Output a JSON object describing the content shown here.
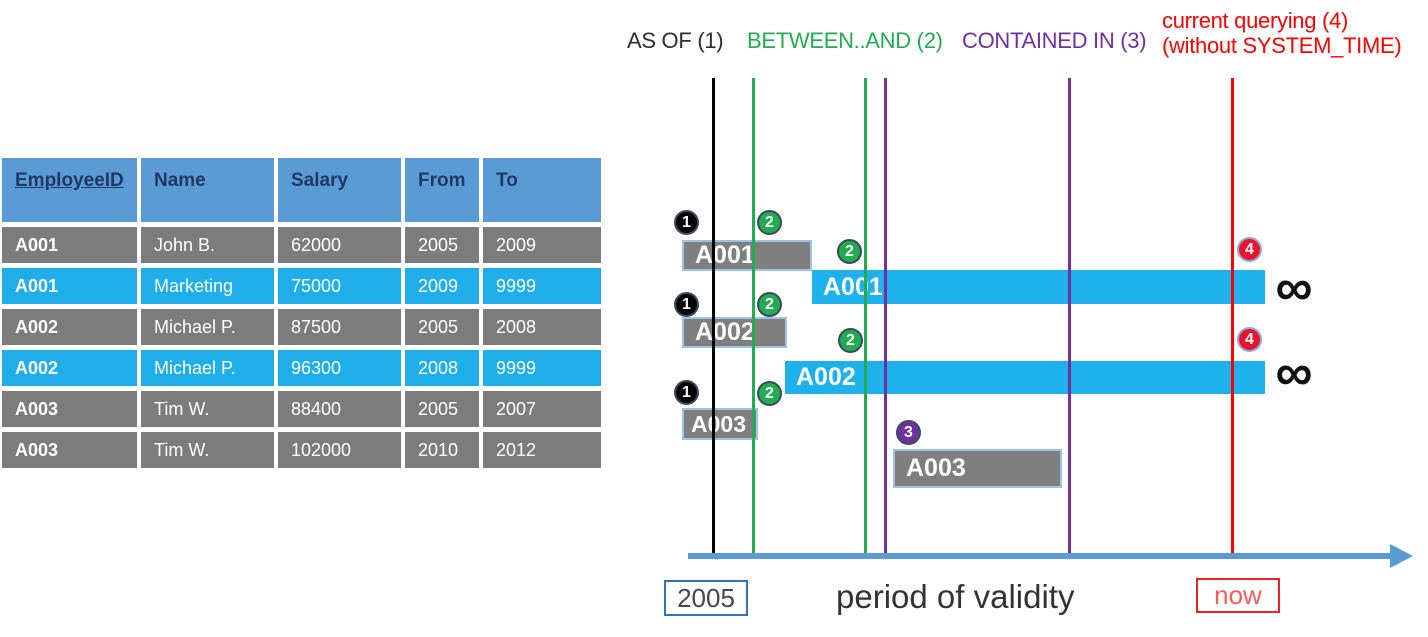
{
  "slide": {
    "table": {
      "headers": [
        "EmployeeID",
        "Name",
        "Salary",
        "From",
        "To"
      ],
      "rows": [
        {
          "cells": [
            "A001",
            "John  B.",
            "62000",
            "2005",
            "2009"
          ],
          "highlight": false
        },
        {
          "cells": [
            "A001",
            "Marketing",
            "75000",
            "2009",
            "9999"
          ],
          "highlight": true
        },
        {
          "cells": [
            "A002",
            "Michael P.",
            "87500",
            "2005",
            "2008"
          ],
          "highlight": false
        },
        {
          "cells": [
            "A002",
            "Michael P.",
            "96300",
            "2008",
            "9999"
          ],
          "highlight": true
        },
        {
          "cells": [
            "A003",
            "Tim W.",
            "88400",
            "2005",
            "2007"
          ],
          "highlight": false
        },
        {
          "cells": [
            "A003",
            "Tim W.",
            "102000",
            "2010",
            "2012"
          ],
          "highlight": false
        }
      ]
    },
    "legend": {
      "as_of": "AS OF (1)",
      "between": "BETWEEN..AND (2)",
      "contained": "CONTAINED IN (3)",
      "current_line1": "current querying (4)",
      "current_line2": "(without SYSTEM_TIME)"
    },
    "diagram": {
      "bars": [
        {
          "label": "A001",
          "style": "gray"
        },
        {
          "label": "A001",
          "style": "cyan"
        },
        {
          "label": "A002",
          "style": "gray"
        },
        {
          "label": "A002",
          "style": "cyan"
        },
        {
          "label": "A003",
          "style": "gray"
        },
        {
          "label": "A003",
          "style": "gray"
        }
      ],
      "badges": [
        "1",
        "2",
        "2",
        "1",
        "2",
        "2",
        "1",
        "2",
        "3",
        "4",
        "4"
      ],
      "infinity": "∞",
      "timeline": {
        "start": "2005",
        "label": "period of validity",
        "now": "now"
      }
    },
    "colors": {
      "header_blue": "#5B9BD5",
      "row_gray": "#7C7C7C",
      "row_cyan": "#1FAEE9",
      "bar_gray": "#7F7F7F",
      "bar_cyan": "#1FB1EC",
      "bar_border": "#9DC3E6",
      "green": "#21AC4F",
      "purple": "#7030A0",
      "red": "#FF0000",
      "black": "#000000",
      "axis_blue": "#5B9BD5",
      "navy_text": "#1F3864"
    }
  }
}
